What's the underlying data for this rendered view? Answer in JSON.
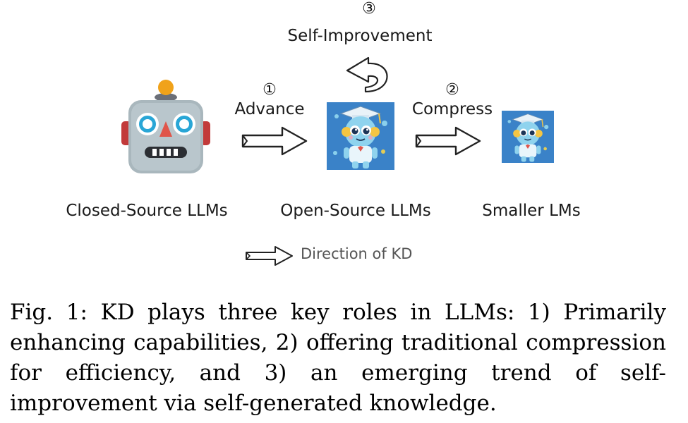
{
  "diagram": {
    "steps": [
      {
        "num": "③",
        "label": "Self-Improvement"
      },
      {
        "num": "①",
        "label": "Advance"
      },
      {
        "num": "②",
        "label": "Compress"
      }
    ],
    "nodes": [
      {
        "label": "Closed-Source LLMs"
      },
      {
        "label": "Open-Source LLMs"
      },
      {
        "label": "Smaller LMs"
      }
    ],
    "legend": {
      "label": "Direction of KD"
    },
    "colors": {
      "robot_face": "#a9b7bd",
      "robot_eye": "#29a6d6",
      "robot_nose": "#e0554a",
      "robot_ear": "#c23a3a",
      "robot_antenna": "#f0a21a",
      "student_bg": "#3a82c8",
      "student_body": "#8fd3ee"
    }
  },
  "caption": {
    "text": "Fig. 1: KD plays three key roles in LLMs: 1) Primarily enhancing capabilities, 2) offering traditional compression for efficiency, and 3) an emerging trend of self-improvement via self-generated knowledge."
  }
}
